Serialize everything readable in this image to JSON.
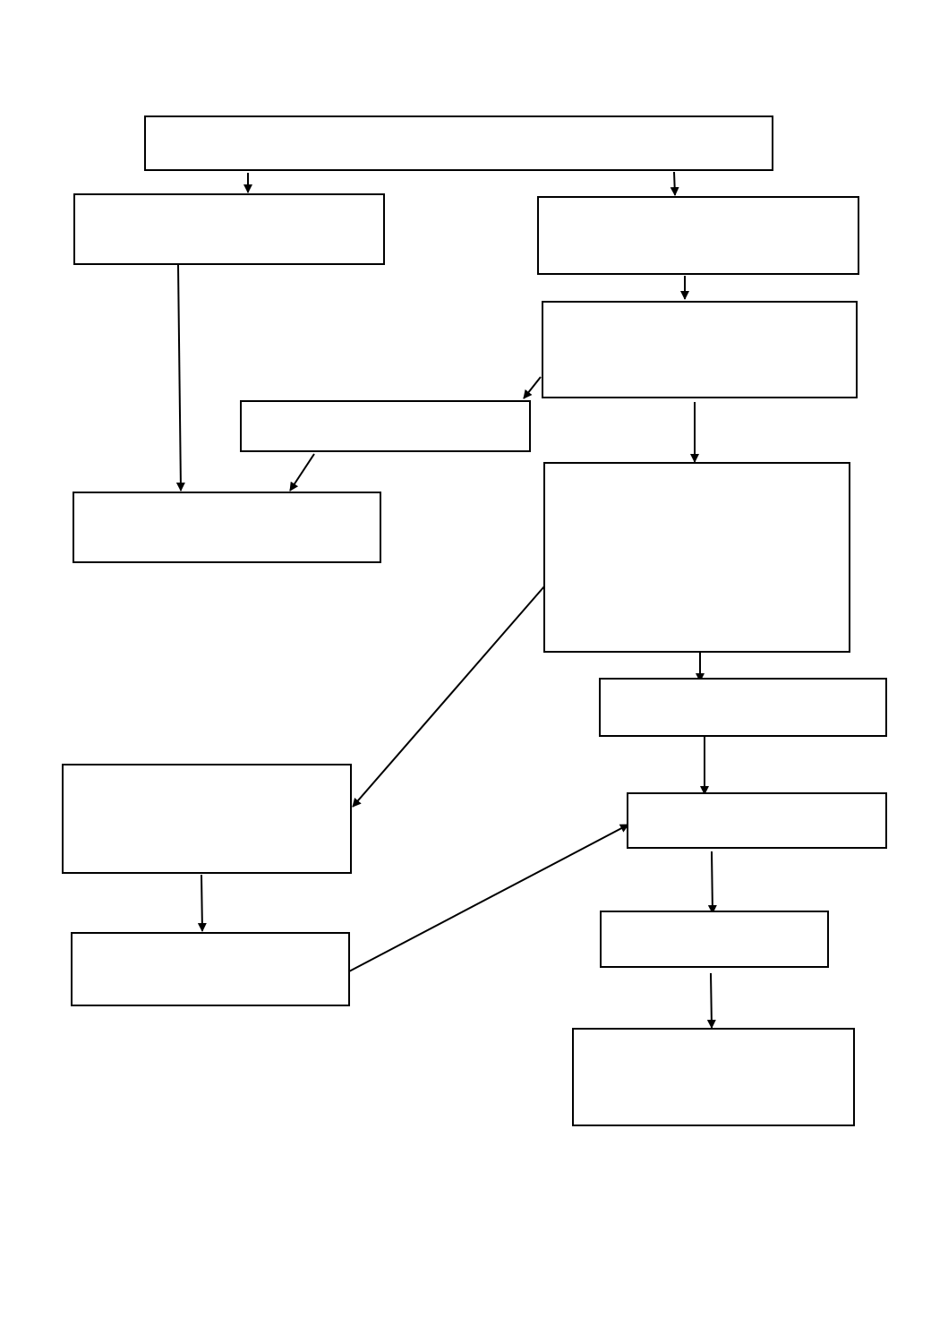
{
  "diagram": {
    "nodes": [
      {
        "id": "n1",
        "text": ""
      },
      {
        "id": "n2",
        "text": ""
      },
      {
        "id": "n3",
        "text": ""
      },
      {
        "id": "n4",
        "text": ""
      },
      {
        "id": "n5",
        "text": ""
      },
      {
        "id": "n6",
        "text": ""
      },
      {
        "id": "n7",
        "text": ""
      },
      {
        "id": "n8",
        "text": ""
      },
      {
        "id": "n9",
        "text": ""
      },
      {
        "id": "n10",
        "text": ""
      },
      {
        "id": "n11",
        "text": ""
      },
      {
        "id": "n12",
        "text": ""
      },
      {
        "id": "n13",
        "text": ""
      },
      {
        "id": "n14",
        "text": ""
      }
    ],
    "edges": [
      {
        "from": "n1",
        "to": "n2"
      },
      {
        "from": "n1",
        "to": "n3"
      },
      {
        "from": "n3",
        "to": "n4"
      },
      {
        "from": "n4",
        "to": "n5"
      },
      {
        "from": "n2",
        "to": "n6"
      },
      {
        "from": "n5",
        "to": "n6"
      },
      {
        "from": "n4",
        "to": "n7"
      },
      {
        "from": "n7",
        "to": "n8"
      },
      {
        "from": "n7",
        "to": "n10"
      },
      {
        "from": "n8",
        "to": "n9"
      },
      {
        "from": "n10",
        "to": "n11"
      },
      {
        "from": "n11",
        "to": "n9"
      },
      {
        "from": "n9",
        "to": "n12"
      },
      {
        "from": "n12",
        "to": "n13"
      }
    ],
    "colors": {
      "stroke": "#000000",
      "fill": "#ffffff"
    }
  }
}
